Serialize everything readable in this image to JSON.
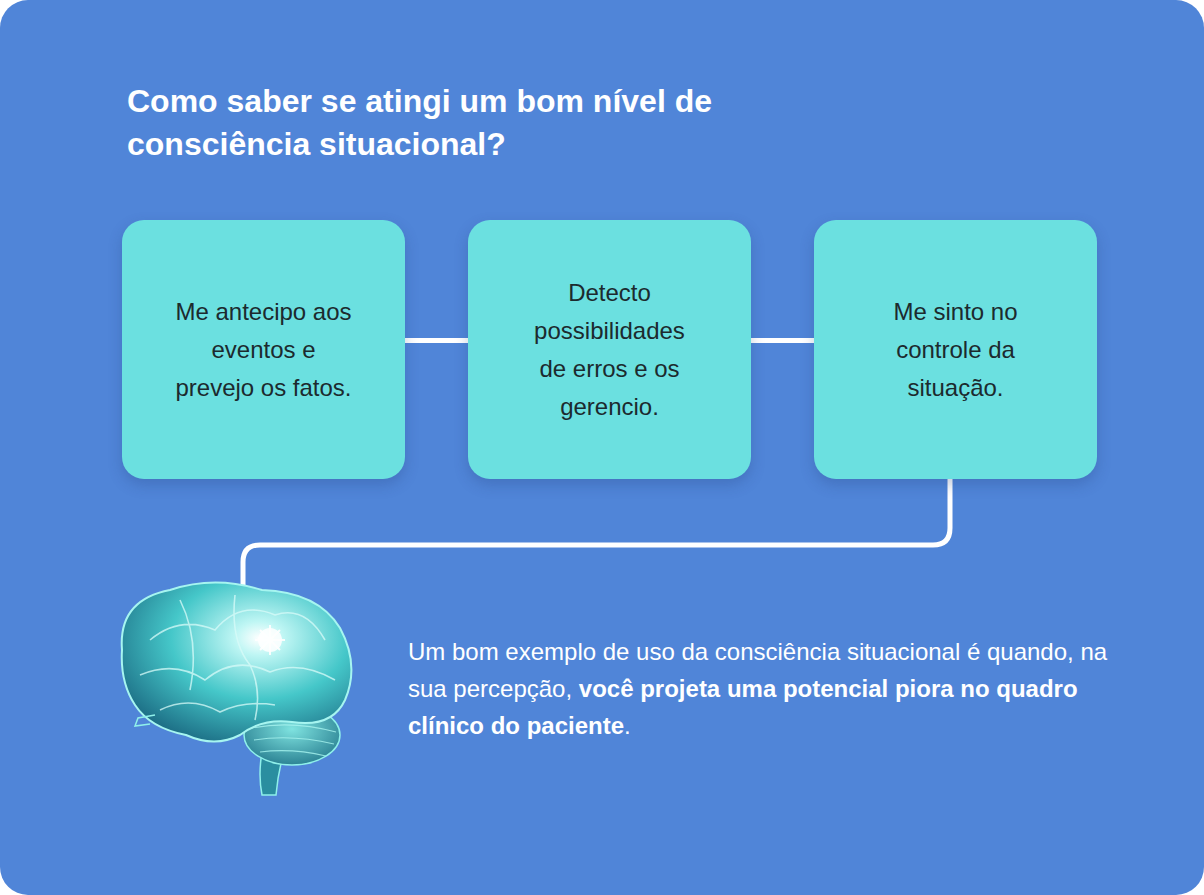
{
  "diagram": {
    "title": "Como saber se atingi um bom nível de consciência situacional?",
    "nodes": [
      {
        "text": [
          "Me antecipo aos eventos e prevejo os fatos."
        ]
      },
      {
        "text": [
          "Detecto possibilidades de erros e os gerencio."
        ]
      },
      {
        "text": [
          "Me sinto no controle da situação."
        ]
      }
    ],
    "edges": [
      {
        "from": 0,
        "to": 1,
        "arrow": "none"
      },
      {
        "from": 1,
        "to": 2,
        "arrow": "none"
      }
    ],
    "labels": [
      "Um bom exemplo de uso da consciência situacional é quando, na sua percepção,",
      "você projeta uma potencial piora no quadro clínico do paciente",
      "."
    ]
  }
}
